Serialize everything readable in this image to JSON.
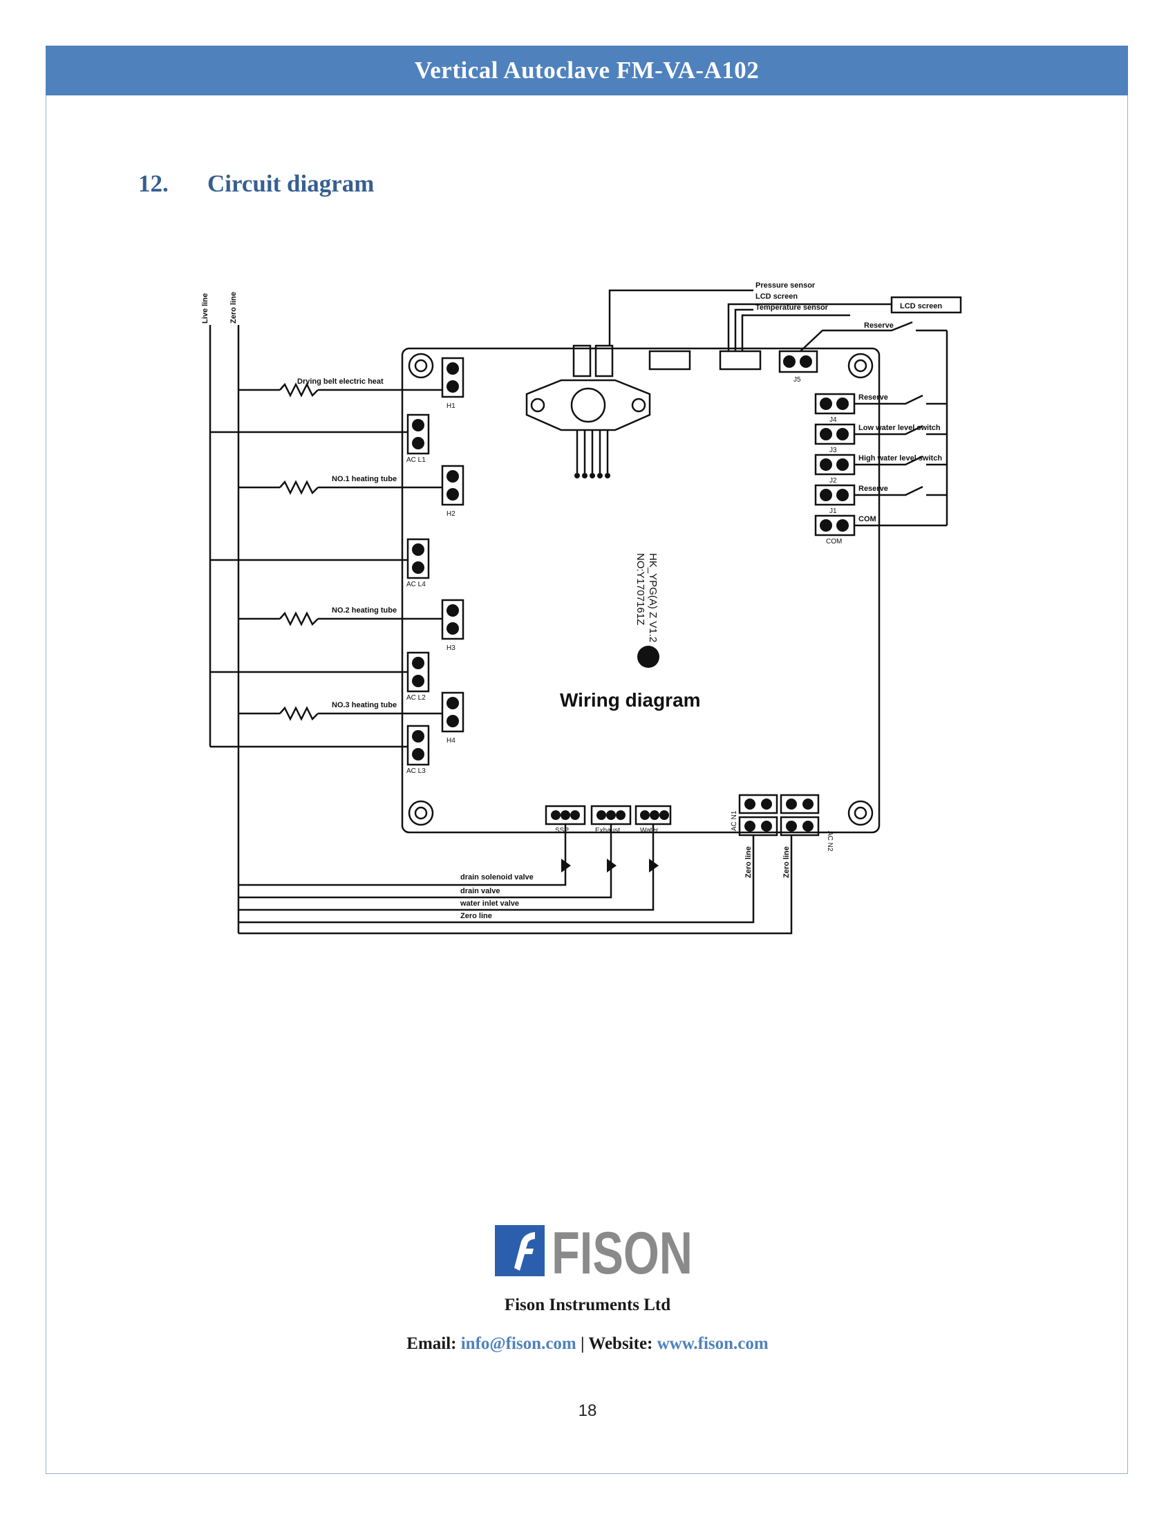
{
  "header": {
    "title": "Vertical Autoclave FM-VA-A102"
  },
  "section": {
    "number": "12.",
    "title": "Circuit diagram"
  },
  "diagram": {
    "title": "Wiring diagram",
    "board_id": "HK_YPG(A) Z V1.2",
    "board_no": "NO:Y1707161Z",
    "power_labels": {
      "live": "Live line",
      "zero": "Zero line"
    },
    "heater_labels": [
      "Drying belt electric heat",
      "NO.1 heating tube",
      "NO.2 heating tube",
      "NO.3 heating tube"
    ],
    "h_connectors": [
      "H1",
      "H2",
      "H3",
      "H4"
    ],
    "ac_connectors": [
      "AC L1",
      "AC L4",
      "AC L2",
      "AC L3"
    ],
    "sensor_labels": [
      "Pressure sensor",
      "LCD screen",
      "Temperature sensor"
    ],
    "lcd_label": "LCD screen",
    "right_inputs": [
      "Reserve",
      "Reserve",
      "Low water level switch",
      "High water level switch",
      "Reserve",
      "COM"
    ],
    "right_connectors": [
      "J5",
      "J4",
      "J3",
      "J2",
      "J1",
      "COM"
    ],
    "bottom_connectors": [
      "SSP",
      "Exhaust",
      "Water"
    ],
    "ac_n_connectors": [
      "AC N1",
      "AC N2"
    ],
    "bottom_lines": [
      "drain solenoid valve",
      "drain valve",
      "water inlet valve",
      "Zero line"
    ],
    "zero_line_labels": [
      "Zero line",
      "Zero line"
    ]
  },
  "footer": {
    "logo_text": "FISON",
    "company": "Fison Instruments Ltd",
    "email_label": "Email:",
    "email": "info@fison.com",
    "separator": "|",
    "website_label": "Website:",
    "website": "www.fison.com",
    "page_number": "18"
  },
  "colors": {
    "header_bar": "#4f81bd",
    "heading_text": "#365f91",
    "link": "#4f81bd",
    "logo_blue": "#2b5fae",
    "logo_gray": "#8a8a8a"
  }
}
